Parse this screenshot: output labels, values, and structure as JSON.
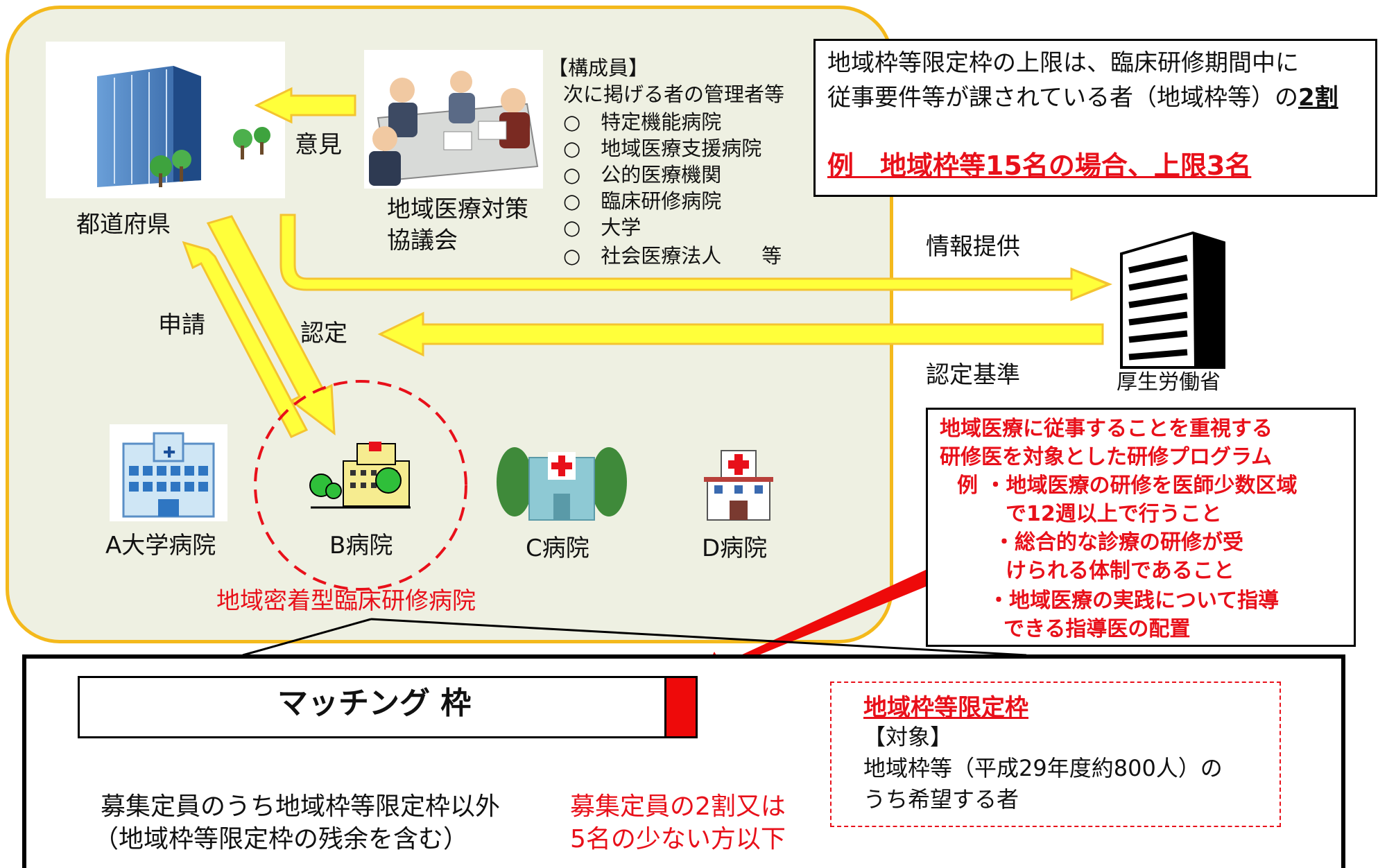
{
  "labels": {
    "prefecture": "都道府県",
    "council_line1": "地域医療対策",
    "council_line2": "協議会",
    "opinion": "意見",
    "application": "申請",
    "certification": "認定",
    "info_provision": "情報提供",
    "cert_criteria": "認定基準",
    "mhlw": "厚生労働省",
    "hospital_a": "A大学病院",
    "hospital_b": "B病院",
    "hospital_c": "C病院",
    "hospital_d": "D病院",
    "community_hospital": "地域密着型臨床研修病院"
  },
  "members": {
    "header": "【構成員】",
    "intro": "次に掲げる者の管理者等",
    "items": [
      "○　特定機能病院",
      "○　地域医療支援病院",
      "○　公的医療機関",
      "○　臨床研修病院",
      "○　大学",
      "○　社会医療法人　　等"
    ]
  },
  "info_box": {
    "line1": "地域枠等限定枠の上限は、臨床研修期間中に",
    "line2_pre": "従事要件等が課されている者（地域枠等）の",
    "line2_em": "2割",
    "example": "例　地域枠等15名の場合、上限3名"
  },
  "criteria": {
    "line1": "地域医療に従事することを重視する",
    "line2": "研修医を対象とした研修プログラム",
    "line3": "例 ・地域医療の研修を医師少数区域",
    "line4": "で12週以上で行うこと",
    "line5": "・総合的な診療の研修が受",
    "line6": "けられる体制であること",
    "line7": "・地域医療の実践について指導",
    "line8": "できる指導医の配置"
  },
  "bottom": {
    "matching": "マッチング 枠",
    "caption_left_line1": "募集定員のうち地域枠等限定枠以外",
    "caption_left_line2": "（地域枠等限定枠の残余を含む）",
    "caption_right_line1": "募集定員の2割又は",
    "caption_right_line2": "5名の少ない方以下"
  },
  "limit_box": {
    "title": "地域枠等限定枠",
    "label": "【対象】",
    "line1": "地域枠等（平成29年度約800人）の",
    "line2": "うち希望する者"
  },
  "colors": {
    "region_fill": "#eef0e2",
    "region_border": "#f4b91c",
    "arrow_fill": "#ffff3a",
    "accent_red": "#e8101a"
  }
}
